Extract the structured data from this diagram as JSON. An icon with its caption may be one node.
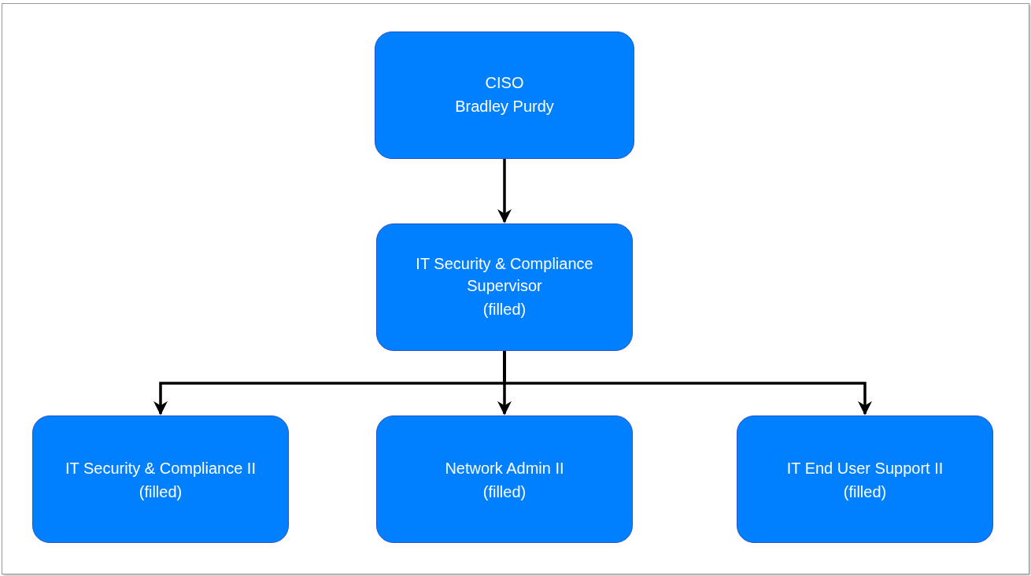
{
  "diagram": {
    "nodes": [
      {
        "text": [
          "CISO",
          "Bradley Purdy"
        ]
      },
      {
        "text": [
          "IT Security & Compliance Supervisor",
          "(filled)"
        ]
      },
      {
        "text": [
          "IT Security & Compliance II",
          "(filled)"
        ]
      },
      {
        "text": [
          "Network Admin II",
          "(filled)"
        ]
      },
      {
        "text": [
          "IT End User Support II",
          "(filled)"
        ]
      }
    ],
    "edges": [
      {
        "from": 0,
        "to": 1,
        "arrow": "to"
      },
      {
        "from": 1,
        "to": 2,
        "arrow": "to"
      },
      {
        "from": 1,
        "to": 3,
        "arrow": "to"
      },
      {
        "from": 1,
        "to": 4,
        "arrow": "to"
      }
    ]
  }
}
